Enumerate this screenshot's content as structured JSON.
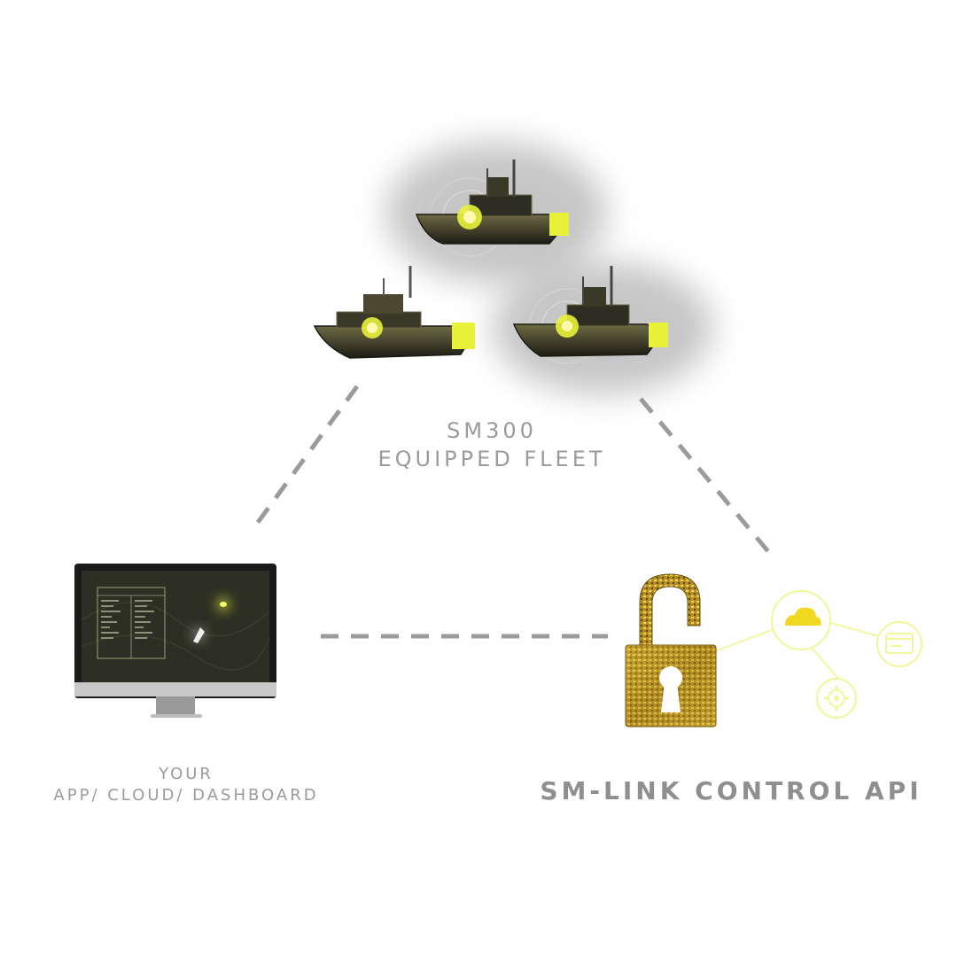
{
  "fleet": {
    "line1": "SM300",
    "line2": "EQUIPPED FLEET"
  },
  "app": {
    "line1": "YOUR",
    "line2": "APP/ CLOUD/ DASHBOARD"
  },
  "api": {
    "label": "SM-LINK CONTROL API"
  },
  "colors": {
    "accent": "#e8f23a",
    "connector": "#9b9b9b",
    "lock_gold": "#c9a227",
    "label_gray": "#9b9b9b"
  },
  "icons": [
    "boat-icon",
    "monitor-icon",
    "padlock-icon",
    "cloud-icon",
    "browser-window-icon",
    "gear-icon"
  ]
}
